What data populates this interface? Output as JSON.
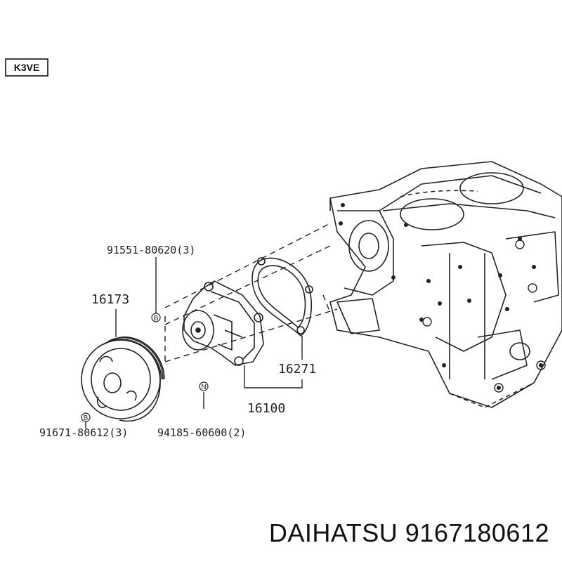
{
  "engine_code": "K3VE",
  "callouts": {
    "bolt_pump": "91551-80620(3)",
    "pulley": "16173",
    "gasket": "16271",
    "pump_assy": "16100",
    "nut": "94185-60600(2)",
    "bolt_pulley": "91671-80612(3)"
  },
  "markers": {
    "bolt_pump": "B",
    "nut": "N",
    "bolt_pulley": "B"
  },
  "footer": {
    "brand": "DAIHATSU",
    "part_number": "9167180612"
  }
}
